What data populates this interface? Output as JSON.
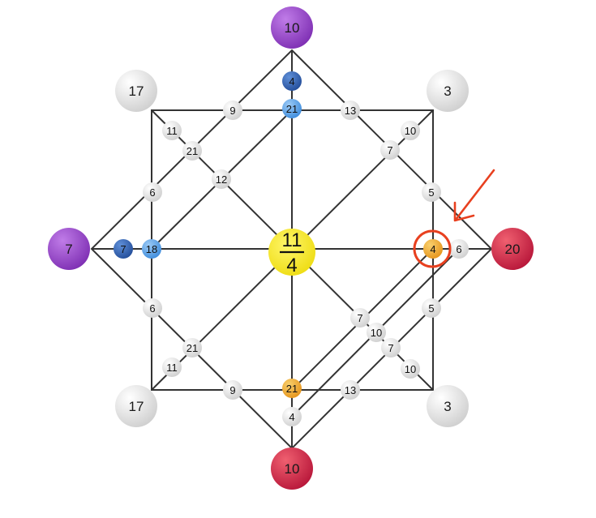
{
  "diagram": {
    "colors": {
      "line": "#333333",
      "grey": "#e2e2e2",
      "purple": "#9b48cf",
      "red": "#d8264a",
      "dark_blue": "#2f63b8",
      "light_blue": "#5aa2e8",
      "orange": "#f0a52e",
      "yellow": "#f5e621",
      "highlight": "#e8401f"
    },
    "center": {
      "numerator": "11",
      "denominator": "4"
    },
    "outer": {
      "top": "10",
      "left": "7",
      "right": "20",
      "bottom": "10",
      "top_left": "17",
      "top_right": "3",
      "bottom_left": "17",
      "bottom_right": "3"
    },
    "inner": {
      "n_top_dark": "4",
      "n_top_blue": "21",
      "n_left_dark": "7",
      "n_left_blue": "18",
      "n_bottom_orange": "21",
      "n_bottom_4": "4",
      "n_right_orange": "4",
      "n_right_6": "6",
      "n_ul_9": "9",
      "n_ul_11": "11",
      "n_ul_21": "21",
      "n_ul_12": "12",
      "n_ul_6": "6",
      "n_ur_13": "13",
      "n_ur_10": "10",
      "n_ur_7": "7",
      "n_ur_5": "5",
      "n_ll_6": "6",
      "n_ll_21": "21",
      "n_ll_11": "11",
      "n_ll_9": "9",
      "n_lr_13": "13",
      "n_lr_5": "5",
      "n_lr_7a": "7",
      "n_lr_10a": "10",
      "n_lr_7b": "7",
      "n_lr_10b": "10"
    }
  }
}
